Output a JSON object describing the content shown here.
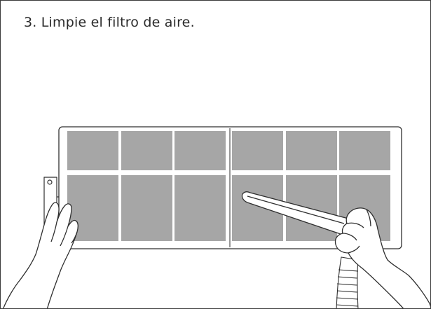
{
  "step": {
    "title": "3. Limpie el filtro de aire."
  },
  "colors": {
    "filter_cell": "#a6a6a6",
    "outline": "#2f2f2f",
    "background": "#ffffff"
  },
  "illustration": {
    "filter_grid": {
      "rows": 2,
      "columns": 6,
      "halves": 2
    },
    "icons": [
      "air-filter-icon",
      "left-hand-icon",
      "right-hand-icon",
      "vacuum-nozzle-icon",
      "vacuum-hose-icon",
      "filter-tab-icon"
    ]
  }
}
